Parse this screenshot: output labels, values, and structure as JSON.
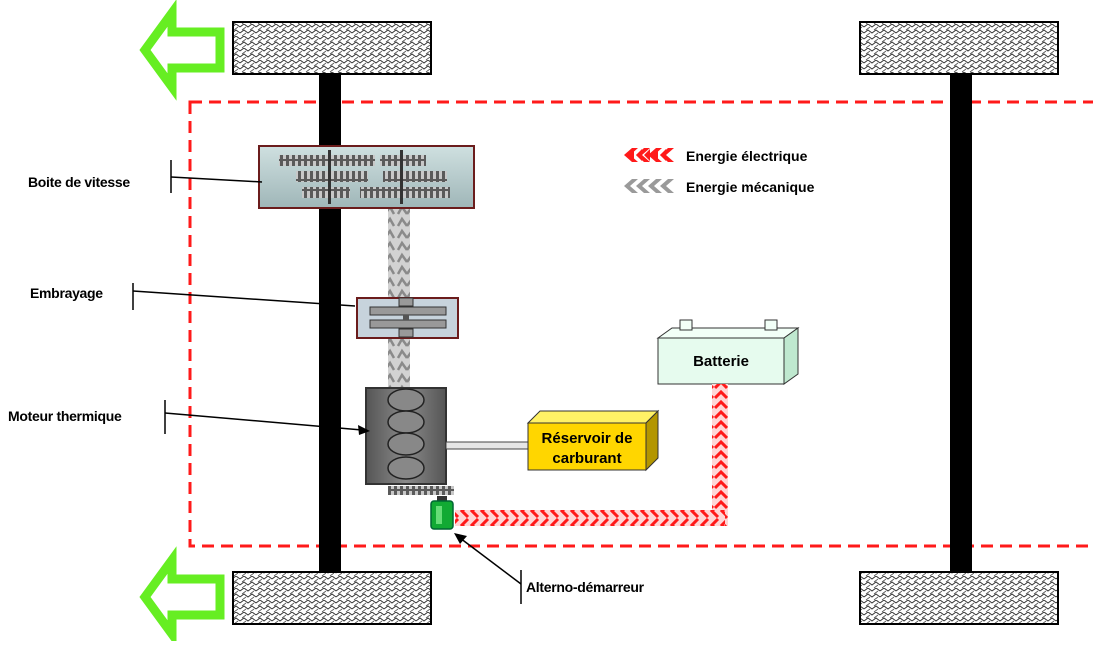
{
  "labels": {
    "gearbox": "Boite de vitesse",
    "clutch": "Embrayage",
    "engine": "Moteur thermique",
    "starter": "Alterno-démarreur"
  },
  "components": {
    "battery": "Batterie",
    "tank_line1": "Réservoir de",
    "tank_line2": "carburant"
  },
  "legend": {
    "electric": "Energie électrique",
    "mechanical": "Energie mécanique"
  },
  "colors": {
    "electric": "#ff1a1a",
    "mechanical": "#9a9a9a",
    "arrow": "#66ee22",
    "boundary": "#ff1a1a",
    "gearbox_fill": "#b9cfd0",
    "clutch_fill": "#c7d3dc",
    "engine_fill": "#777777",
    "battery_fill": "#e6fbee",
    "tank_fill": "#ffd600",
    "starter_fill": "#11aa33"
  },
  "icons": {
    "front_arrows": "left-arrow-icon",
    "wheels": "wheel-tread"
  }
}
